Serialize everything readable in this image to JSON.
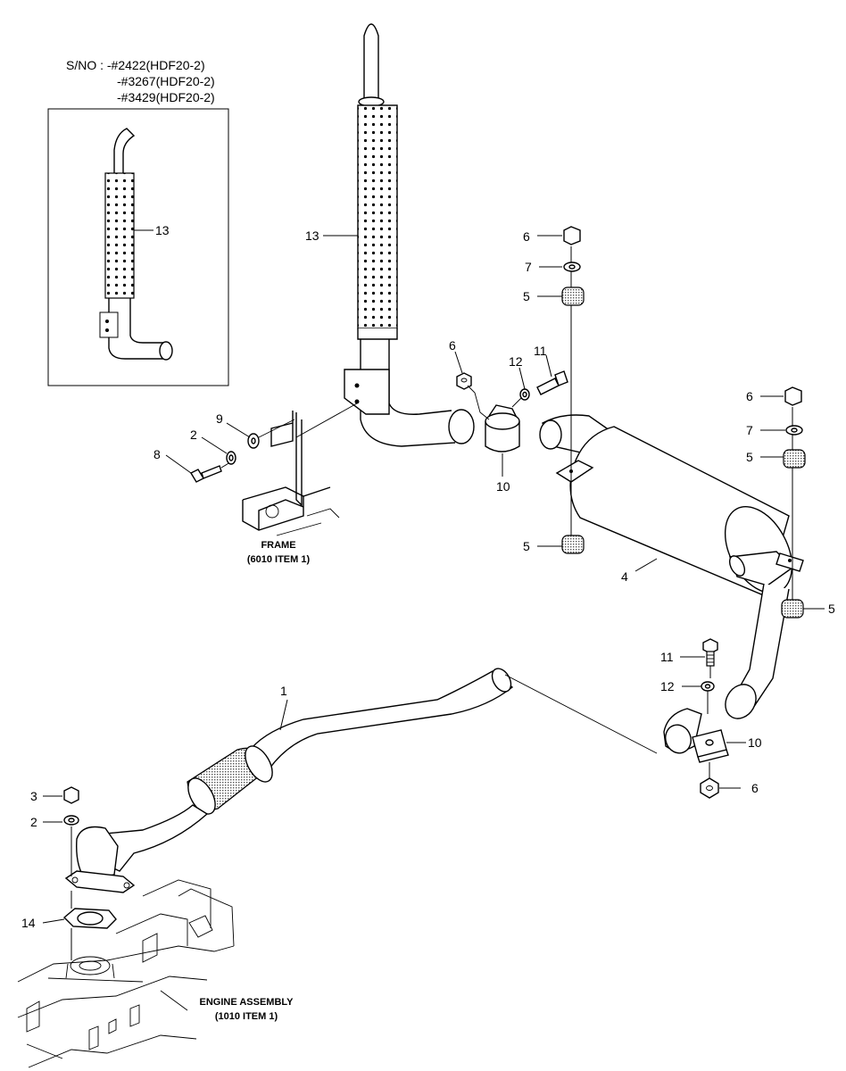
{
  "serial_note": {
    "line1": "S/NO : -#2422(HDF20-2)",
    "line2": "-#3267(HDF20-2)",
    "line3": "-#3429(HDF20-2)"
  },
  "captions": {
    "frame_line1": "FRAME",
    "frame_line2": "(6010 ITEM 1)",
    "engine_line1": "ENGINE ASSEMBLY",
    "engine_line2": "(1010 ITEM 1)"
  },
  "callouts": {
    "inset_13": "13",
    "c13": "13",
    "c6_top": "6",
    "c7_top": "7",
    "c5_top": "5",
    "c6_clamp": "6",
    "c12_top": "12",
    "c11_top": "11",
    "c9": "9",
    "c2_frame": "2",
    "c8": "8",
    "c10_top": "10",
    "c6_right": "6",
    "c7_right": "7",
    "c5_right": "5",
    "c5_mid": "5",
    "c4": "4",
    "c5_lower": "5",
    "c11_bottom": "11",
    "c12_bottom": "12",
    "c10_bottom": "10",
    "c6_bottom": "6",
    "c1": "1",
    "c3": "3",
    "c2_engine": "2",
    "c14": "14"
  }
}
